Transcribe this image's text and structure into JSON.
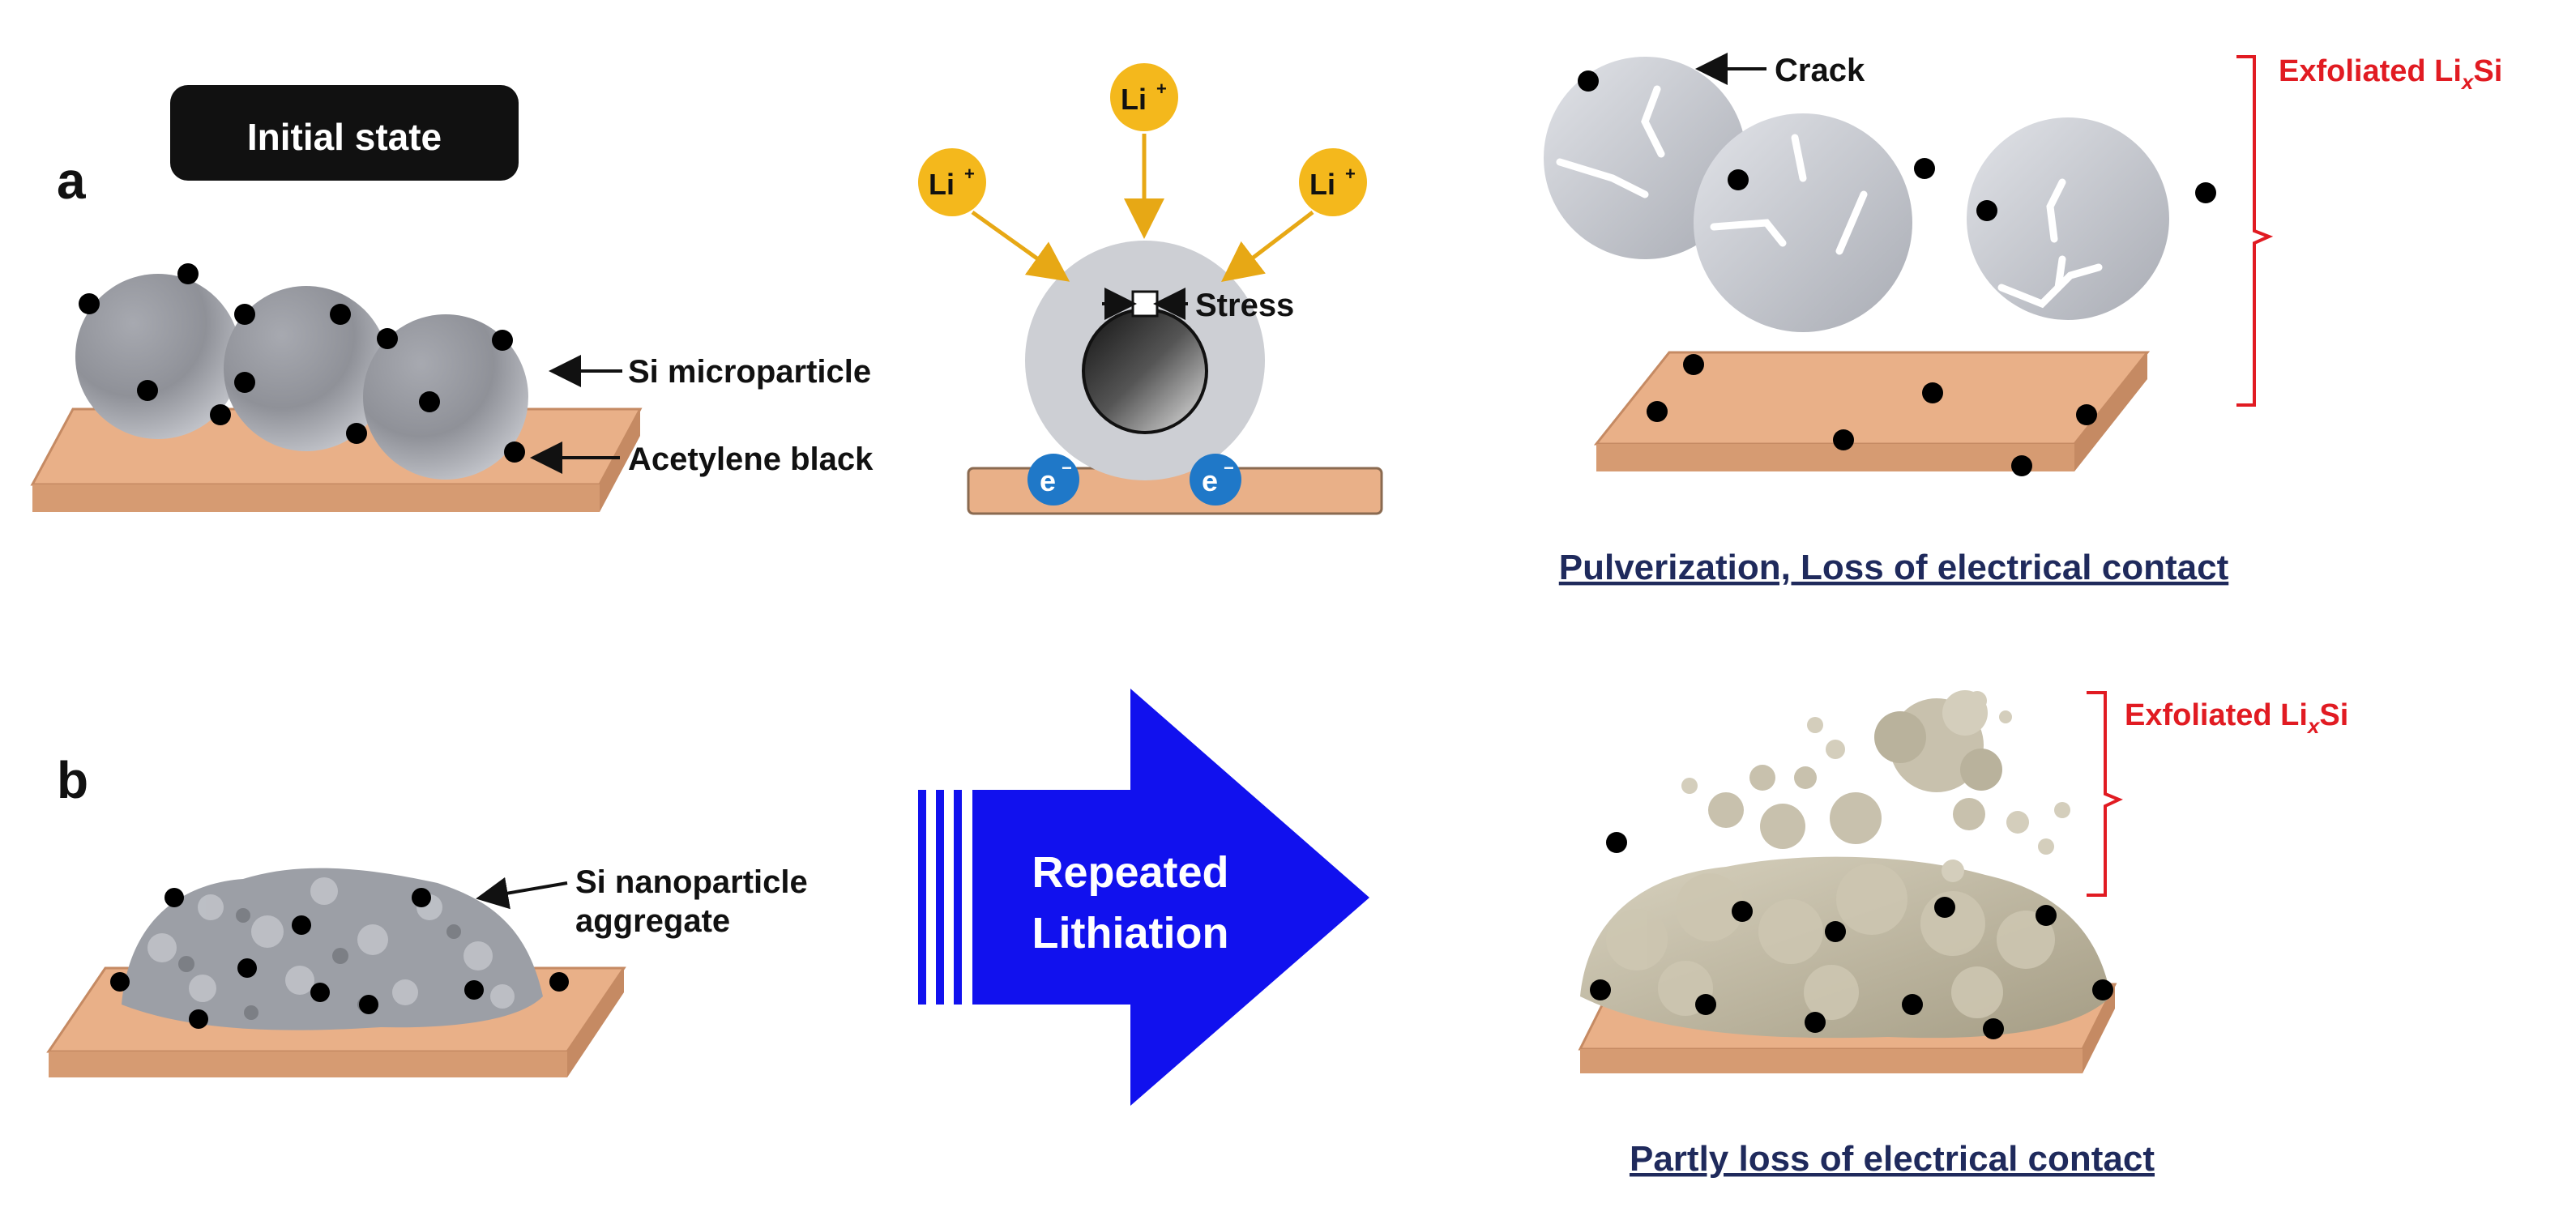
{
  "panel_a": {
    "letter": "a",
    "badge": "Initial state",
    "label_si_micro": "Si microparticle",
    "label_acetylene": "Acetylene black",
    "ion": "Li",
    "ion_charge": "+",
    "electron": "e",
    "electron_charge": "−",
    "label_stress": "Stress",
    "label_crack": "Crack",
    "exfoliated_prefix": "Exfoliated Li",
    "exfoliated_sub": "x",
    "exfoliated_suffix": "Si",
    "caption": "Pulverization, Loss of electrical contact"
  },
  "panel_b": {
    "letter": "b",
    "label_si_nano_line1": "Si nanoparticle",
    "label_si_nano_line2": "aggregate",
    "arrow_line1": "Repeated",
    "arrow_line2": "Lithiation",
    "exfoliated_prefix": "Exfoliated Li",
    "exfoliated_sub": "x",
    "exfoliated_suffix": "Si",
    "caption": "Partly loss of electrical contact"
  },
  "colors": {
    "substrate": "#e9b088",
    "substrate_edge": "#c58a63",
    "particle": "#b7b9c0",
    "ion": "#f4b81c",
    "electron": "#1f78c8",
    "arrow": "#1111ee",
    "red_label": "#e11b22",
    "caption": "#1f2a5c"
  }
}
